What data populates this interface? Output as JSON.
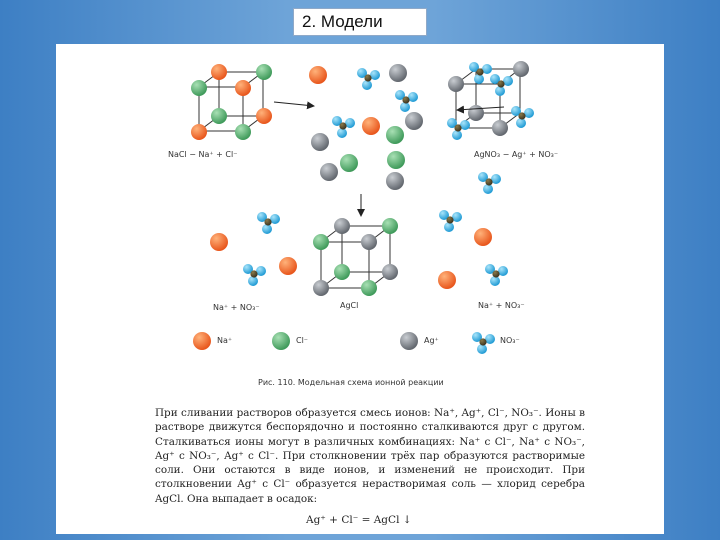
{
  "header": {
    "title": "2. Модели"
  },
  "figure": {
    "label_nacl": "NaCl − Na⁺ + Cl⁻",
    "label_agno3": "AgNO₃ − Ag⁺ + NO₃⁻",
    "label_na_no3_left": "Na⁺ + NO₃⁻",
    "label_na_no3_right": "Na⁺ + NO₃⁻",
    "label_agcl": "AgCl",
    "caption": "Рис. 110. Модельная схема ионной реакции",
    "legend": [
      {
        "label": "Na⁺",
        "color": "#e8561c"
      },
      {
        "label": "Cl⁻",
        "color": "#4fa86a"
      },
      {
        "label": "Ag⁺",
        "color": "#7a7f86"
      },
      {
        "label": "NO₃⁻",
        "color": "#29a7de"
      }
    ]
  },
  "text": {
    "paragraph": "При сливании растворов образуется смесь ионов: Na⁺, Ag⁺, Cl⁻, NO₃⁻. Ионы в растворе движутся беспорядочно и постоянно сталкиваются друг с другом. Сталкиваться ионы могут в различных комбинациях: Na⁺ с Cl⁻, Na⁺ с NO₃⁻, Ag⁺ с NO₃⁻, Ag⁺ с Cl⁻. При столкновении трёх пар образуются растворимые соли. Они остаются в виде ионов, и изменений не происходит. При столкновении Ag⁺ с Cl⁻ образуется нерастворимая соль — хлорид серебра AgCl. Она выпадает в осадок:",
    "equation": "Ag⁺ + Cl⁻ = AgCl ↓"
  }
}
